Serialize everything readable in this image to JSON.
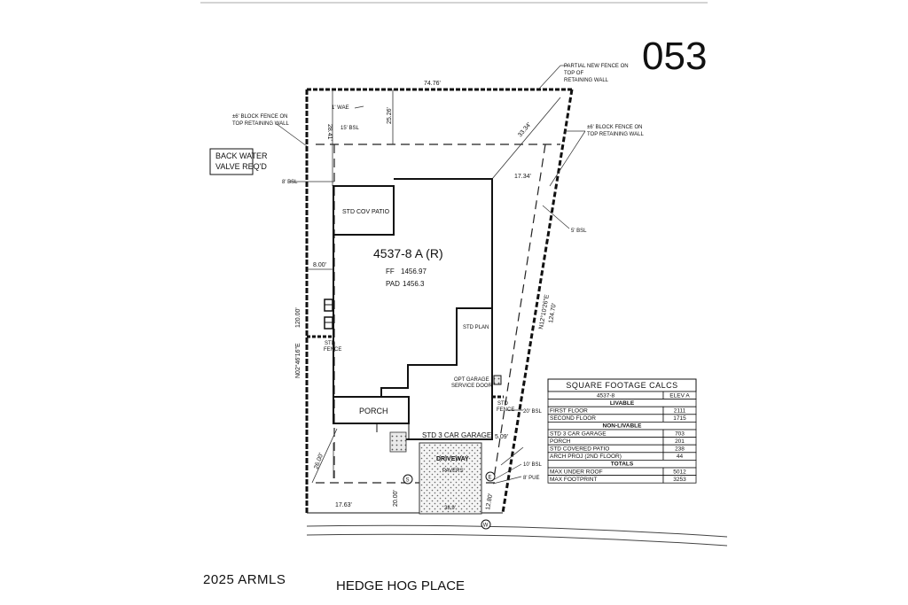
{
  "lot_number": "053",
  "plan_label": "4537-8 A (R)",
  "ff_label": "FF",
  "ff_value": "1456.97",
  "pad_label": "PAD",
  "pad_value": "1456.3",
  "street_name": "HEDGE HOG PLACE",
  "copyright": "2025 ARMLS",
  "notes": {
    "back_water_line1": "BACK WATER",
    "back_water_line2": "VALVE REQ'D",
    "partial_fence": [
      "PARTIAL NEW FENCE ON",
      "TOP OF",
      "RETAINING WALL"
    ],
    "block_fence_left": [
      "±6' BLOCK FENCE ON",
      "TOP RETAINING WALL"
    ],
    "block_fence_right": [
      "±6' BLOCK FENCE ON",
      "TOP RETAINING WALL"
    ],
    "rear_bsl": "15' BSL",
    "side_bsl_left": "8' BSL",
    "side_bsl_right": "5' BSL",
    "front_bsl": "10' BSL",
    "pue": "8' PUE",
    "wae": "1' WAE",
    "front_setback": "20' BSL",
    "std_fence_left": [
      "STD",
      "FENCE"
    ],
    "std_fence_right": [
      "STD",
      "FENCE"
    ]
  },
  "rooms": {
    "cov_patio": "STD COV PATIO",
    "std_plan": "STD PLAN",
    "porch": "PORCH",
    "garage": "STD 3 CAR GARAGE",
    "opt_garage_door": [
      "OPT GARAGE",
      "SERVICE DOOR"
    ],
    "driveway": "DRIVEWAY",
    "pavers": "PAVERS"
  },
  "dims": {
    "rear": "74.76'",
    "rear_setback_left": "28.41'",
    "rear_setback_mid": "25.26'",
    "rear_right_diag": "33.34'",
    "right_offset": "17.34'",
    "side_left": "8.00'",
    "left_bearing": "N02°46'16\"E",
    "left_length": "120.00'",
    "right_bearing": "N12°10'26\"E",
    "right_length": "124.70'",
    "front_left_depth": "26.00'",
    "front_width": "17.63'",
    "driveway_depth": "20.00'",
    "garage_side": "5.09'",
    "front_right": "12.80'",
    "driveway_width": "38.9'"
  },
  "markers": {
    "sewer": "S",
    "electric": "E",
    "water": "W"
  },
  "sqft_table": {
    "title": "SQUARE FOOTAGE CALCS",
    "plan_col": "4537-8",
    "elev_col": "ELEV A",
    "livable_header": "LIVABLE",
    "livable": [
      {
        "label": "FIRST FLOOR",
        "value": "2111"
      },
      {
        "label": "SECOND FLOOR",
        "value": "1715"
      }
    ],
    "non_livable_header": "NON-LIVABLE",
    "non_livable": [
      {
        "label": "STD 3 CAR GARAGE",
        "value": "703"
      },
      {
        "label": "PORCH",
        "value": "201"
      },
      {
        "label": "STD COVERED PATIO",
        "value": "238"
      },
      {
        "label": "ARCH PROJ (2ND FLOOR)",
        "value": "44"
      }
    ],
    "totals_header": "TOTALS",
    "totals": [
      {
        "label": "MAX UNDER ROOF",
        "value": "5012"
      },
      {
        "label": "MAX FOOTPRINT",
        "value": "3253"
      }
    ]
  }
}
